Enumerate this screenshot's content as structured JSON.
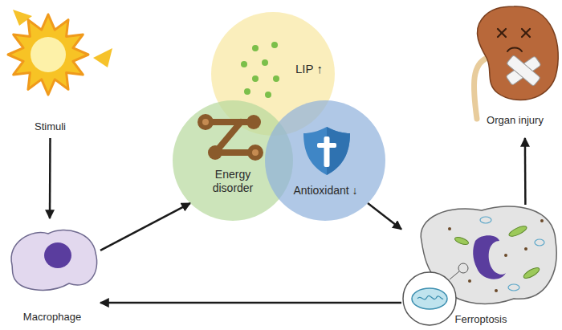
{
  "diagram": {
    "nodes": [
      {
        "text": [
          "Stimuli"
        ]
      },
      {
        "text": [
          "Macrophage"
        ]
      },
      {
        "text": [
          "LIP ↑"
        ]
      },
      {
        "text": [
          "Energy disorder"
        ]
      },
      {
        "text": [
          "Antioxidant ↓"
        ]
      },
      {
        "text": [
          "Ferroptosis"
        ]
      },
      {
        "text": [
          "Organ injury"
        ]
      }
    ],
    "edges": [
      {
        "from": 0,
        "to": 1,
        "arrow": "to"
      },
      {
        "from": 1,
        "to": 3,
        "arrow": "to"
      },
      {
        "from": 4,
        "to": 5,
        "arrow": "to"
      },
      {
        "from": 5,
        "to": 6,
        "arrow": "to"
      },
      {
        "from": 5,
        "to": 1,
        "arrow": "to"
      }
    ]
  }
}
